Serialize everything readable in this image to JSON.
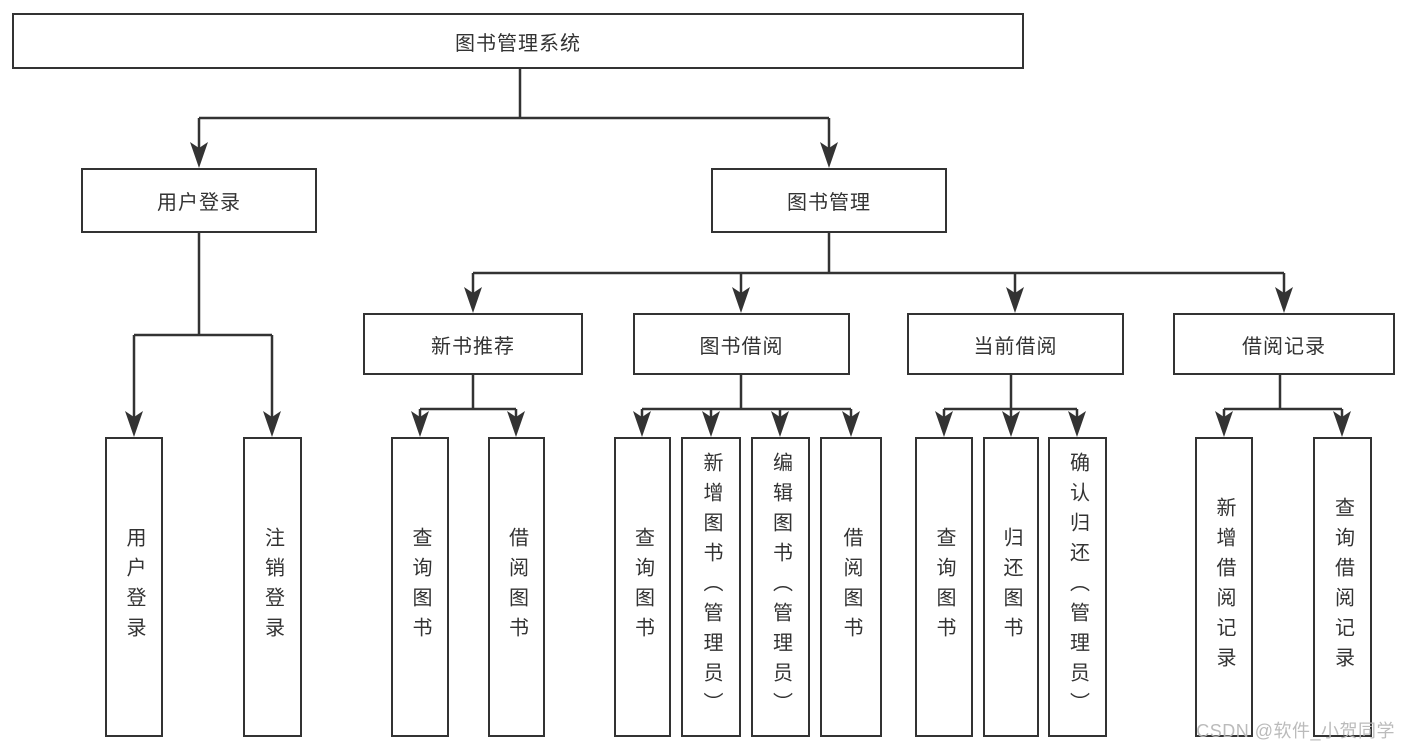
{
  "tree": {
    "root": {
      "label": "图书管理系统",
      "children": [
        {
          "label": "用户登录",
          "children": [
            {
              "label": "用户登录"
            },
            {
              "label": "注销登录"
            }
          ]
        },
        {
          "label": "图书管理",
          "children": [
            {
              "label": "新书推荐",
              "children": [
                {
                  "label": "查询图书"
                },
                {
                  "label": "借阅图书"
                }
              ]
            },
            {
              "label": "图书借阅",
              "children": [
                {
                  "label": "查询图书"
                },
                {
                  "label": "新增图书（管理员）"
                },
                {
                  "label": "编辑图书（管理员）"
                },
                {
                  "label": "借阅图书"
                }
              ]
            },
            {
              "label": "当前借阅",
              "children": [
                {
                  "label": "查询图书"
                },
                {
                  "label": "归还图书"
                },
                {
                  "label": "确认归还（管理员）"
                }
              ]
            },
            {
              "label": "借阅记录",
              "children": [
                {
                  "label": "新增借阅记录"
                },
                {
                  "label": "查询借阅记录"
                }
              ]
            }
          ]
        }
      ]
    }
  },
  "watermark": {
    "text": "CSDN @软件_小贺同学",
    "color": "#b8b8b8"
  },
  "colors": {
    "line": "#333333",
    "box_border": "#333333",
    "box_background": "#ffffff",
    "text": "#333333",
    "background": "#ffffff"
  }
}
